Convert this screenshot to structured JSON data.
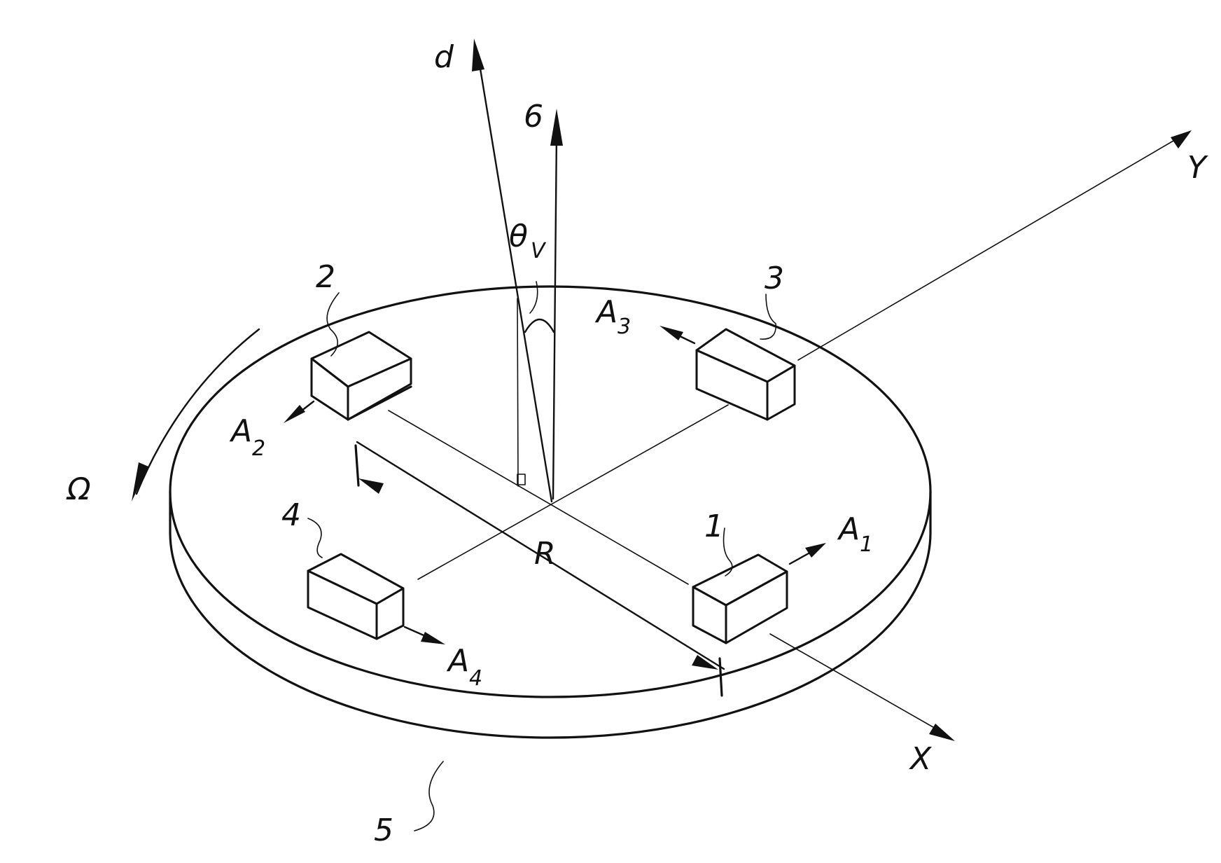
{
  "labels": {
    "axis_d": "d",
    "axis_6": "6",
    "theta": "θ",
    "theta_sub": "V",
    "axis_y": "Y",
    "axis_x": "X",
    "omega": "Ω",
    "radius": "R",
    "ref_1": "1",
    "ref_2": "2",
    "ref_3": "3",
    "ref_4": "4",
    "ref_5": "5",
    "a1": "A",
    "a1_sub": "1",
    "a2": "A",
    "a2_sub": "2",
    "a3": "A",
    "a3_sub": "3",
    "a4": "A",
    "a4_sub": "4"
  },
  "colors": {
    "ink": "#111111",
    "background": "#ffffff"
  }
}
